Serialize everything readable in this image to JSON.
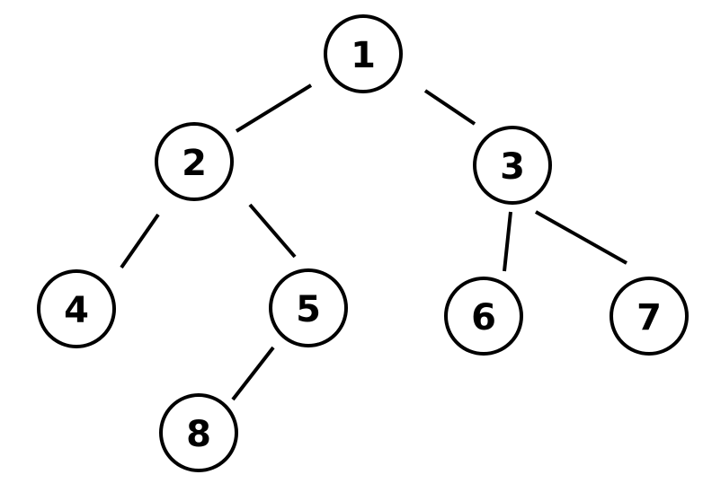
{
  "tree": {
    "nodes": [
      {
        "id": "1",
        "label": "1"
      },
      {
        "id": "2",
        "label": "2"
      },
      {
        "id": "3",
        "label": "3"
      },
      {
        "id": "4",
        "label": "4"
      },
      {
        "id": "5",
        "label": "5"
      },
      {
        "id": "6",
        "label": "6"
      },
      {
        "id": "7",
        "label": "7"
      },
      {
        "id": "8",
        "label": "8"
      }
    ],
    "edges": [
      {
        "from": "1",
        "to": "2"
      },
      {
        "from": "1",
        "to": "3"
      },
      {
        "from": "2",
        "to": "4"
      },
      {
        "from": "2",
        "to": "5"
      },
      {
        "from": "3",
        "to": "6"
      },
      {
        "from": "3",
        "to": "7"
      },
      {
        "from": "5",
        "to": "8"
      }
    ]
  }
}
